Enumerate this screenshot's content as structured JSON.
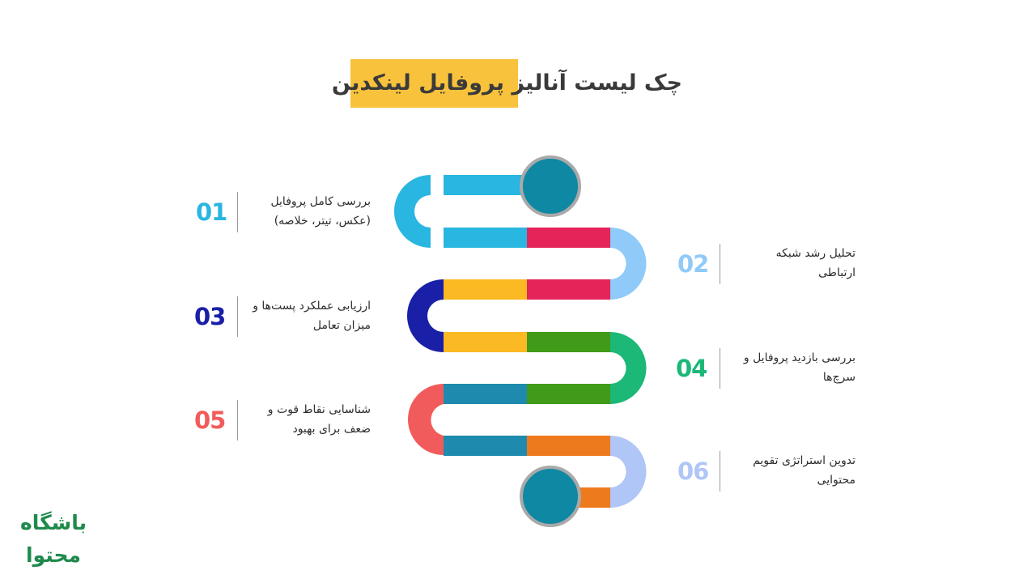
{
  "title": {
    "full": "چک لیست آنالیز پروفایل لینکدین",
    "plain_part": "چک لیست آنالیز",
    "highlighted_part": "پروفایل لینکدین",
    "highlight_color": "#F9C23C"
  },
  "steps": [
    {
      "number": "01",
      "line1": "بررسی کامل پروفایل",
      "line2": "(عکس، تیتر، خلاصه)",
      "color": "#29B6E0",
      "side": "left"
    },
    {
      "number": "02",
      "line1": "تحلیل رشد شبکه",
      "line2": "ارتباطی",
      "color": "#90CAF9",
      "side": "right"
    },
    {
      "number": "03",
      "line1": "ارزیابی عملکرد پست‌ها و",
      "line2": "میزان تعامل",
      "color": "#1A1FA8",
      "side": "left"
    },
    {
      "number": "04",
      "line1": "بررسی بازدید پروفایل و",
      "line2": "سرچ‌ها",
      "color": "#1BB877",
      "side": "right"
    },
    {
      "number": "05",
      "line1": "شناسایی نقاط قوت و",
      "line2": "ضعف برای بهبود",
      "color": "#F25B5B",
      "side": "left"
    },
    {
      "number": "06",
      "line1": "تدوین استراتژی تقویم",
      "line2": "محتوایی",
      "color": "#AFC6F7",
      "side": "right"
    }
  ],
  "path_colors": {
    "cyan": "#29B6E0",
    "crimson": "#E5245A",
    "light_blue": "#90CAF9",
    "navy": "#1A1FA8",
    "yellow": "#FBB923",
    "green": "#419B18",
    "teal_green": "#1BB877",
    "steel_blue": "#1E8AAE",
    "coral": "#F25B5B",
    "orange": "#EE7A1E",
    "periwinkle": "#AFC6F7",
    "node_fill": "#0E88A3",
    "node_border": "#A9A9A9"
  },
  "logo": {
    "line1": "باشگاه",
    "line2": "محتوا",
    "color": "#1F8A4C"
  }
}
